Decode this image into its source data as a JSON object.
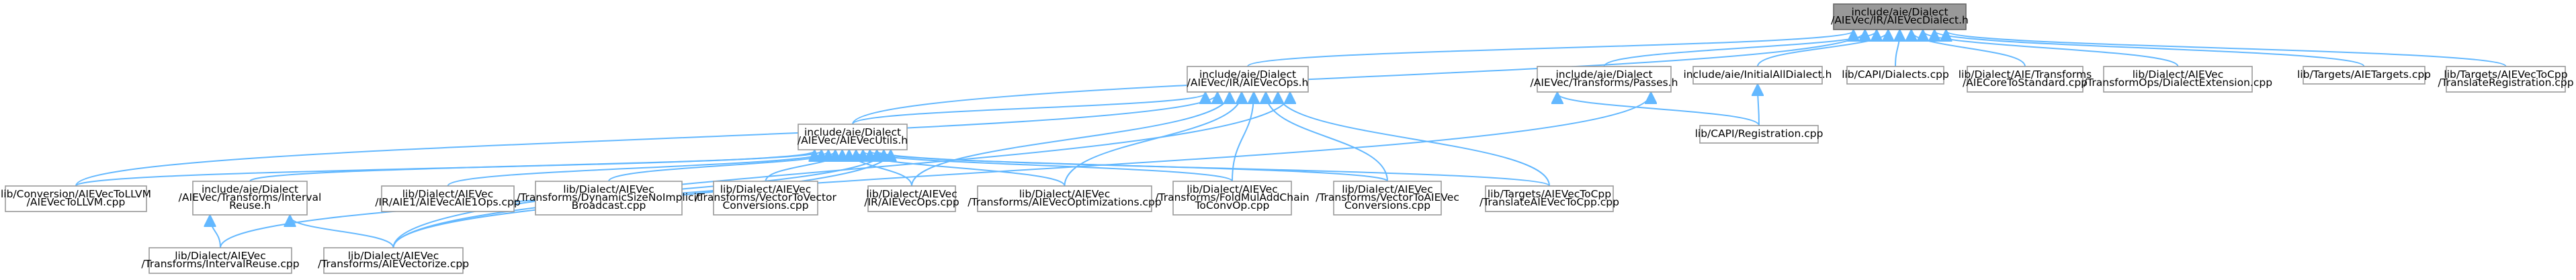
{
  "graph": {
    "nodes": [
      {
        "id": "n_aievecdialect",
        "lines": [
          "include/aie/Dialect",
          "/AIEVec/IR/AIEVecDialect.h"
        ],
        "focus": true
      },
      {
        "id": "n_aievecops",
        "lines": [
          "include/aie/Dialect",
          "/AIEVec/IR/AIEVecOps.h"
        ]
      },
      {
        "id": "n_aievecutils",
        "lines": [
          "include/aie/Dialect",
          "/AIEVec/AIEVecUtils.h"
        ]
      },
      {
        "id": "n_passes",
        "lines": [
          "include/aie/Dialect",
          "/AIEVec/Transforms/Passes.h"
        ]
      },
      {
        "id": "n_initall",
        "lines": [
          "include/aie/InitialAllDialect.h"
        ]
      },
      {
        "id": "n_capidialects",
        "lines": [
          "lib/CAPI/Dialects.cpp"
        ]
      },
      {
        "id": "n_aiecoretostd",
        "lines": [
          "lib/Dialect/AIE/Transforms",
          "/AIECoreToStandard.cpp"
        ]
      },
      {
        "id": "n_transformops",
        "lines": [
          "lib/Dialect/AIEVec",
          "/TransformOps/DialectExtension.cpp"
        ]
      },
      {
        "id": "n_aietargets",
        "lines": [
          "lib/Targets/AIETargets.cpp"
        ]
      },
      {
        "id": "n_translatereg",
        "lines": [
          "lib/Targets/AIEVecToCpp",
          "/TranslateRegistration.cpp"
        ]
      },
      {
        "id": "n_registration",
        "lines": [
          "lib/CAPI/Registration.cpp"
        ]
      },
      {
        "id": "n_toLLVM",
        "lines": [
          "lib/Conversion/AIEVecToLLVM",
          "/AIEVecToLLVM.cpp"
        ]
      },
      {
        "id": "n_intreuseh",
        "lines": [
          "include/aie/Dialect",
          "/AIEVec/Transforms/Interval",
          "Reuse.h"
        ]
      },
      {
        "id": "n_aie1ops",
        "lines": [
          "lib/Dialect/AIEVec",
          "/IR/AIE1/AIEVecAIE1Ops.cpp"
        ]
      },
      {
        "id": "n_dynsize",
        "lines": [
          "lib/Dialect/AIEVec",
          "/Transforms/DynamicSizeNoImplicit",
          "Broadcast.cpp"
        ]
      },
      {
        "id": "n_vectovector",
        "lines": [
          "lib/Dialect/AIEVec",
          "/Transforms/VectorToVector",
          "Conversions.cpp"
        ]
      },
      {
        "id": "n_aievecopscpp",
        "lines": [
          "lib/Dialect/AIEVec",
          "/IR/AIEVecOps.cpp"
        ]
      },
      {
        "id": "n_optim",
        "lines": [
          "lib/Dialect/AIEVec",
          "/Transforms/AIEVecOptimizations.cpp"
        ]
      },
      {
        "id": "n_foldmul",
        "lines": [
          "lib/Dialect/AIEVec",
          "/Transforms/FoldMulAddChain",
          "ToConvOp.cpp"
        ]
      },
      {
        "id": "n_vectoaievec",
        "lines": [
          "lib/Dialect/AIEVec",
          "/Transforms/VectorToAIEVec",
          "Conversions.cpp"
        ]
      },
      {
        "id": "n_translatecpp",
        "lines": [
          "lib/Targets/AIEVecToCpp",
          "/TranslateAIEVecToCpp.cpp"
        ]
      },
      {
        "id": "n_intreusecpp",
        "lines": [
          "lib/Dialect/AIEVec",
          "/Transforms/IntervalReuse.cpp"
        ]
      },
      {
        "id": "n_vectorize",
        "lines": [
          "lib/Dialect/AIEVec",
          "/Transforms/AIEVectorize.cpp"
        ]
      }
    ],
    "edges": [
      [
        "n_aievecops",
        "n_aievecdialect"
      ],
      [
        "n_aievecutils",
        "n_aievecdialect"
      ],
      [
        "n_passes",
        "n_aievecdialect"
      ],
      [
        "n_initall",
        "n_aievecdialect"
      ],
      [
        "n_capidialects",
        "n_aievecdialect"
      ],
      [
        "n_aiecoretostd",
        "n_aievecdialect"
      ],
      [
        "n_transformops",
        "n_aievecdialect"
      ],
      [
        "n_aietargets",
        "n_aievecdialect"
      ],
      [
        "n_translatereg",
        "n_aievecdialect"
      ],
      [
        "n_aievecutils",
        "n_aievecops"
      ],
      [
        "n_toLLVM",
        "n_aievecops"
      ],
      [
        "n_aievecopscpp",
        "n_aievecops"
      ],
      [
        "n_optim",
        "n_aievecops"
      ],
      [
        "n_foldmul",
        "n_aievecops"
      ],
      [
        "n_vectoaievec",
        "n_aievecops"
      ],
      [
        "n_translatecpp",
        "n_aievecops"
      ],
      [
        "n_vectorize",
        "n_aievecops"
      ],
      [
        "n_toLLVM",
        "n_aievecutils"
      ],
      [
        "n_intreuseh",
        "n_aievecutils"
      ],
      [
        "n_aie1ops",
        "n_aievecutils"
      ],
      [
        "n_dynsize",
        "n_aievecutils"
      ],
      [
        "n_vectovector",
        "n_aievecutils"
      ],
      [
        "n_aievecopscpp",
        "n_aievecutils"
      ],
      [
        "n_optim",
        "n_aievecutils"
      ],
      [
        "n_foldmul",
        "n_aievecutils"
      ],
      [
        "n_vectoaievec",
        "n_aievecutils"
      ],
      [
        "n_translatecpp",
        "n_aievecutils"
      ],
      [
        "n_intreusecpp",
        "n_aievecutils"
      ],
      [
        "n_vectorize",
        "n_aievecutils"
      ],
      [
        "n_registration",
        "n_passes"
      ],
      [
        "n_vectorize",
        "n_passes"
      ],
      [
        "n_registration",
        "n_initall"
      ],
      [
        "n_intreusecpp",
        "n_intreuseh"
      ],
      [
        "n_vectorize",
        "n_intreuseh"
      ]
    ]
  },
  "colors": {
    "edge": "#63b8ff",
    "node_border": "#999999",
    "focus_fill": "#999999",
    "node_fill": "#ffffff"
  }
}
